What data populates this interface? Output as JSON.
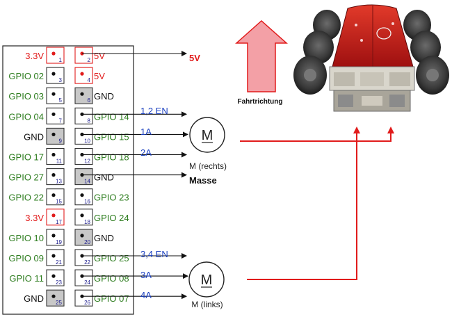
{
  "colors": {
    "gpio": "#2e7d1f",
    "power": "#e11b1b",
    "gnd": "#111111",
    "signal": "#1a3fbf",
    "pin_gnd_fill": "#c8c8c8",
    "arrow_red": "#e11b1b",
    "fahrtrichtung_fill": "#f3a0a6"
  },
  "header": {
    "pins": [
      {
        "n": "1",
        "label": "3.3V",
        "type": "power"
      },
      {
        "n": "2",
        "label": "5V",
        "type": "power"
      },
      {
        "n": "3",
        "label": "GPIO 02",
        "type": "gpio"
      },
      {
        "n": "4",
        "label": "5V",
        "type": "power"
      },
      {
        "n": "5",
        "label": "GPIO 03",
        "type": "gpio"
      },
      {
        "n": "6",
        "label": "GND",
        "type": "gnd"
      },
      {
        "n": "7",
        "label": "GPIO 04",
        "type": "gpio"
      },
      {
        "n": "8",
        "label": "GPIO 14",
        "type": "gpio"
      },
      {
        "n": "9",
        "label": "GND",
        "type": "gnd"
      },
      {
        "n": "10",
        "label": "GPIO 15",
        "type": "gpio"
      },
      {
        "n": "11",
        "label": "GPIO 17",
        "type": "gpio"
      },
      {
        "n": "12",
        "label": "GPIO 18",
        "type": "gpio"
      },
      {
        "n": "13",
        "label": "GPIO 27",
        "type": "gpio"
      },
      {
        "n": "14",
        "label": "GND",
        "type": "gnd"
      },
      {
        "n": "15",
        "label": "GPIO 22",
        "type": "gpio"
      },
      {
        "n": "16",
        "label": "GPIO 23",
        "type": "gpio"
      },
      {
        "n": "17",
        "label": "3.3V",
        "type": "power"
      },
      {
        "n": "18",
        "label": "GPIO 24",
        "type": "gpio"
      },
      {
        "n": "19",
        "label": "GPIO 10",
        "type": "gpio"
      },
      {
        "n": "20",
        "label": "GND",
        "type": "gnd"
      },
      {
        "n": "21",
        "label": "GPIO 09",
        "type": "gpio"
      },
      {
        "n": "22",
        "label": "GPIO 25",
        "type": "gpio"
      },
      {
        "n": "23",
        "label": "GPIO 11",
        "type": "gpio"
      },
      {
        "n": "24",
        "label": "GPIO 08",
        "type": "gpio"
      },
      {
        "n": "25",
        "label": "GND",
        "type": "gnd"
      },
      {
        "n": "26",
        "label": "GPIO 07",
        "type": "gpio"
      }
    ]
  },
  "connections": {
    "v5": "5V",
    "masse": "Masse",
    "en_right": "1,2 EN",
    "in1": "1A",
    "in2": "2A",
    "en_left": "3,4 EN",
    "in3": "3A",
    "in4": "4A"
  },
  "motors": {
    "symbol": "M",
    "right_label": "M (rechts)",
    "left_label": "M (links)"
  },
  "direction": {
    "label": "Fahrtrichtung"
  }
}
